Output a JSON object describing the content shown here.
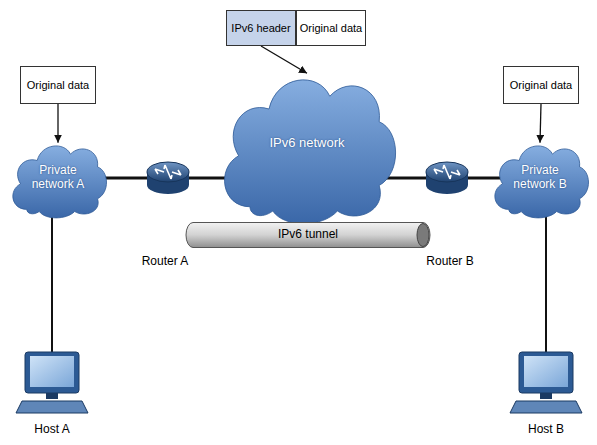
{
  "diagram": {
    "nodes": [
      {
        "text": [
          "IPv6 header"
        ]
      },
      {
        "text": [
          "Original data"
        ]
      },
      {
        "text": [
          "Original data"
        ]
      },
      {
        "text": [
          "Original data"
        ]
      },
      {
        "text": [
          "Private network A"
        ]
      },
      {
        "text": [
          "IPv6 network"
        ]
      },
      {
        "text": [
          "Private network B"
        ]
      },
      {
        "text": [
          "IPv6 tunnel"
        ]
      }
    ],
    "edges": [
      {
        "from": 0,
        "to": 5,
        "arrow": "to"
      },
      {
        "from": 2,
        "to": 4,
        "arrow": "to"
      },
      {
        "from": 3,
        "to": 6,
        "arrow": "to"
      }
    ],
    "labels": [
      "Router A",
      "Router B",
      "Host A",
      "Host B"
    ]
  }
}
